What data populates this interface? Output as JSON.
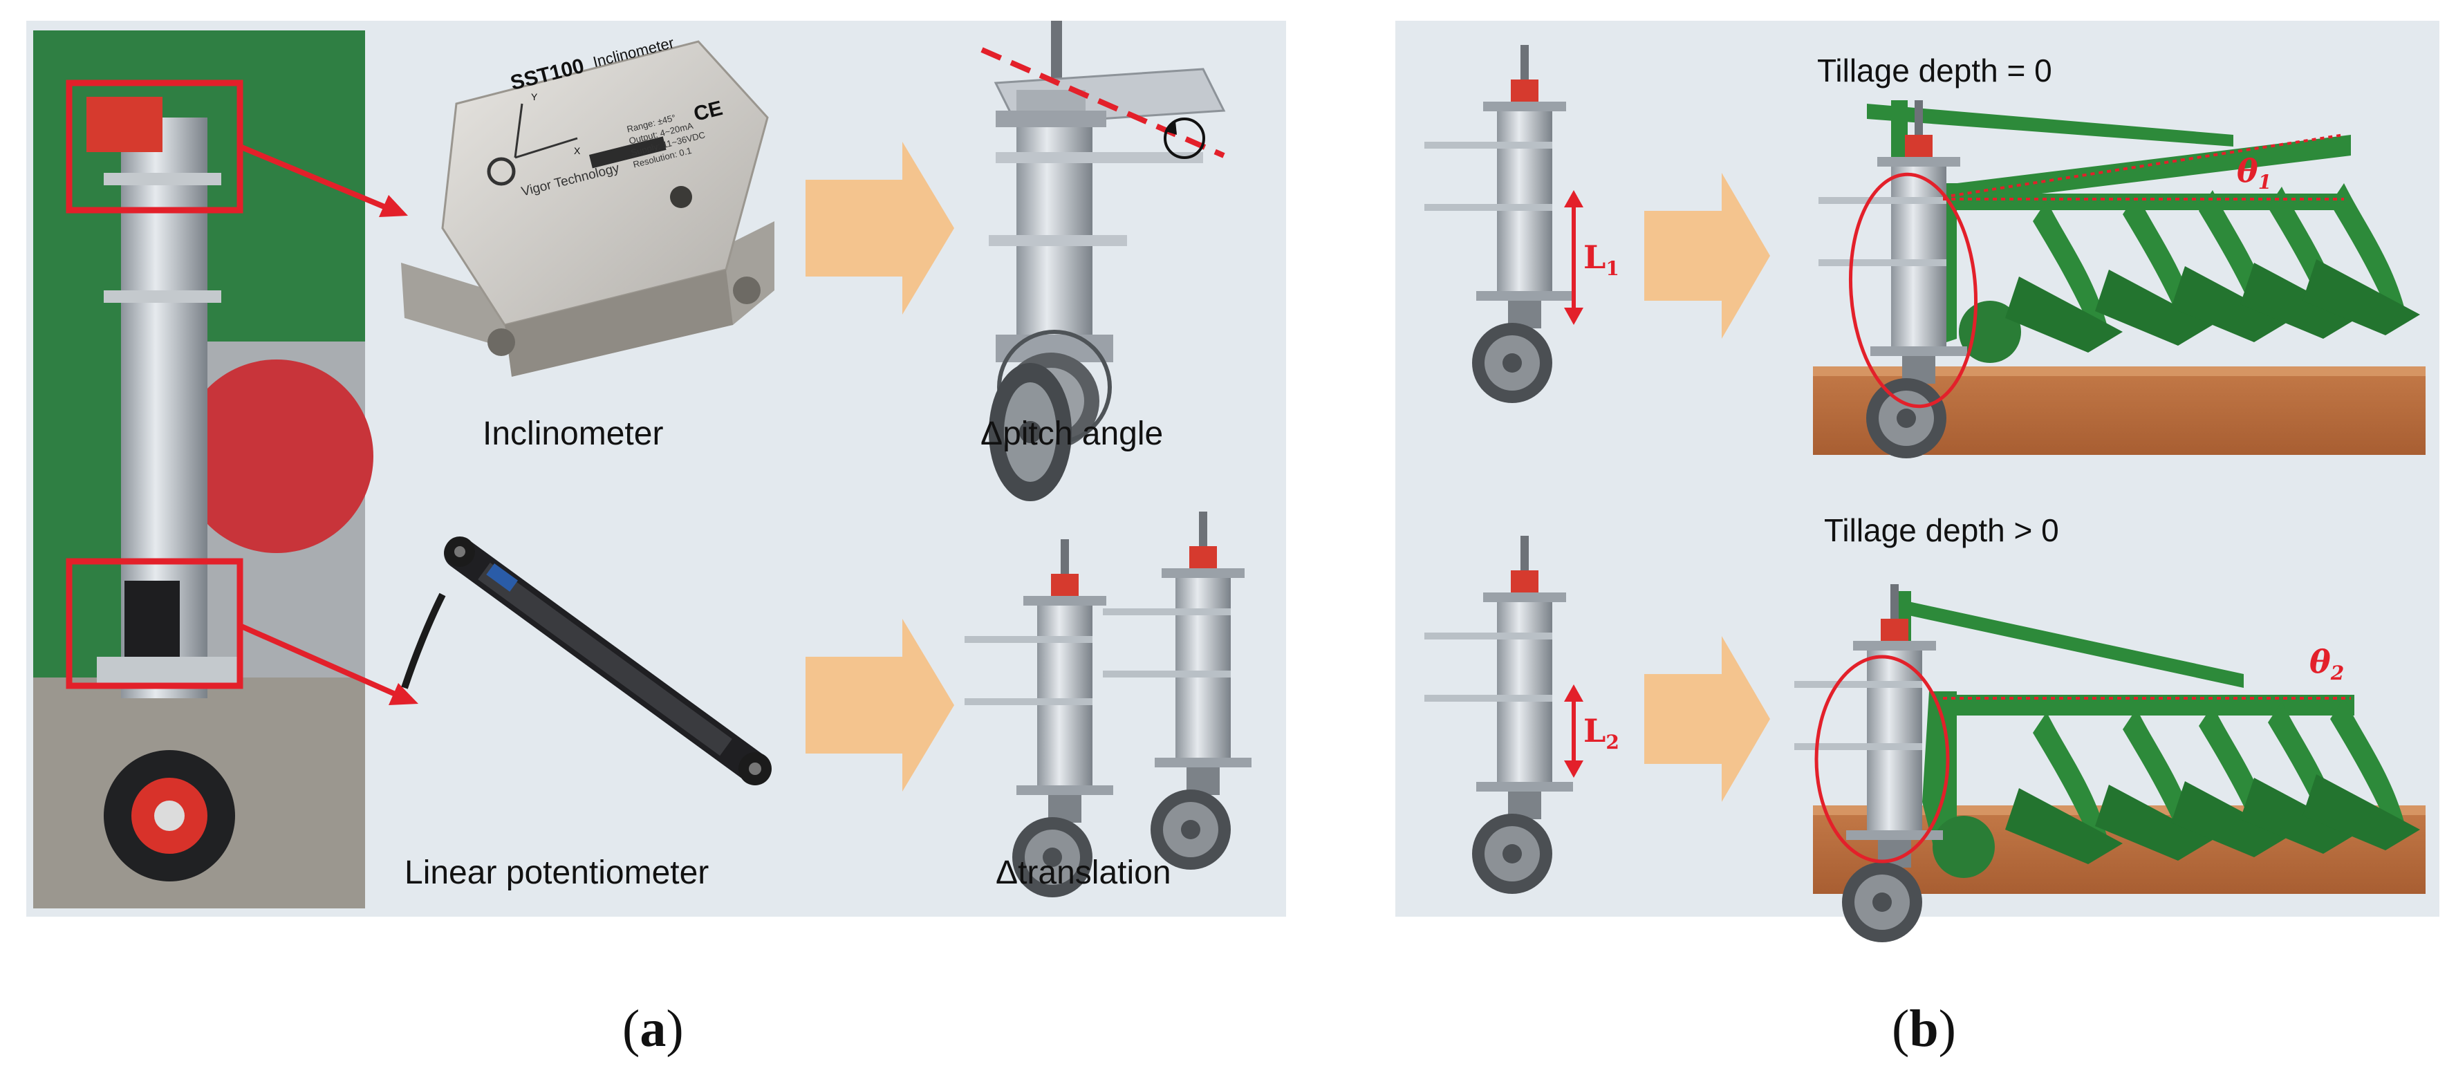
{
  "panel_a": {
    "labels": {
      "inclinometer": "Inclinometer",
      "pitch": "Δpitch angle",
      "potentiometer": "Linear potentiometer",
      "translation": "Δtranslation"
    },
    "device": {
      "title": "SST100",
      "subtitle": "Inclinometer",
      "mark": "CE",
      "specs": [
        "Range: ±45°",
        "Output: 4~20mA",
        "Supply: 11~36VDC",
        "Resolution: 0.1"
      ],
      "brand": "Vigor Technology",
      "axis_y": "Y",
      "axis_x": "X"
    },
    "caption": {
      "open": "(",
      "letter": "a",
      "close": ")"
    }
  },
  "panel_b": {
    "top_title": "Tillage depth = 0",
    "bottom_title": "Tillage depth > 0",
    "L1": {
      "base": "L",
      "sub": "1"
    },
    "L2": {
      "base": "L",
      "sub": "2"
    },
    "theta1": {
      "base": "θ",
      "sub": "1"
    },
    "theta2": {
      "base": "θ",
      "sub": "2"
    },
    "caption": {
      "open": "(",
      "letter": "b",
      "close": ")"
    }
  },
  "colors": {
    "panel_bg": "#e3e9ee",
    "accent_red": "#e3202a",
    "arrow_orange": "#f4c48e",
    "plow_green": "#2d8a3a",
    "soil": "#b46a3c"
  }
}
